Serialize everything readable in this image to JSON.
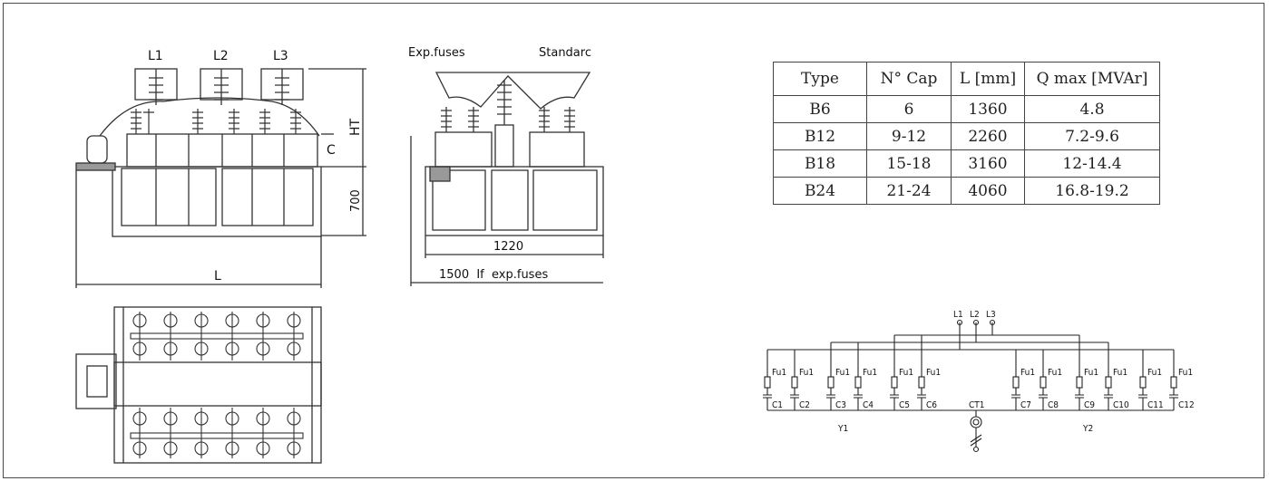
{
  "front_view": {
    "phase_labels": [
      "L1",
      "L2",
      "L3"
    ],
    "dim_ht": "HT",
    "dim_c": "C",
    "dim_700": "700",
    "dim_l": "L"
  },
  "side_view": {
    "label_exp_fuses": "Exp.fuses",
    "label_standard": "Standarc",
    "dim_1220": "1220",
    "dim_1500": "1500  If  exp.fuses"
  },
  "spec_table": {
    "headers": [
      "Type",
      "N° Cap",
      "L [mm]",
      "Q max [MVAr]"
    ],
    "rows": [
      [
        "B6",
        "6",
        "1360",
        "4.8"
      ],
      [
        "B12",
        "9-12",
        "2260",
        "7.2-9.6"
      ],
      [
        "B18",
        "15-18",
        "3160",
        "12-14.4"
      ],
      [
        "B24",
        "21-24",
        "4060",
        "16.8-19.2"
      ]
    ]
  },
  "schematic": {
    "lines": [
      "L1",
      "L2",
      "L3"
    ],
    "fuse_label": "Fu1",
    "capacitors": [
      "C1",
      "C2",
      "C3",
      "C4",
      "C5",
      "C6",
      "C7",
      "C8",
      "C9",
      "C10",
      "C11",
      "C12"
    ],
    "ct_label": "CT1",
    "group_y1": "Y1",
    "group_y2": "Y2"
  }
}
